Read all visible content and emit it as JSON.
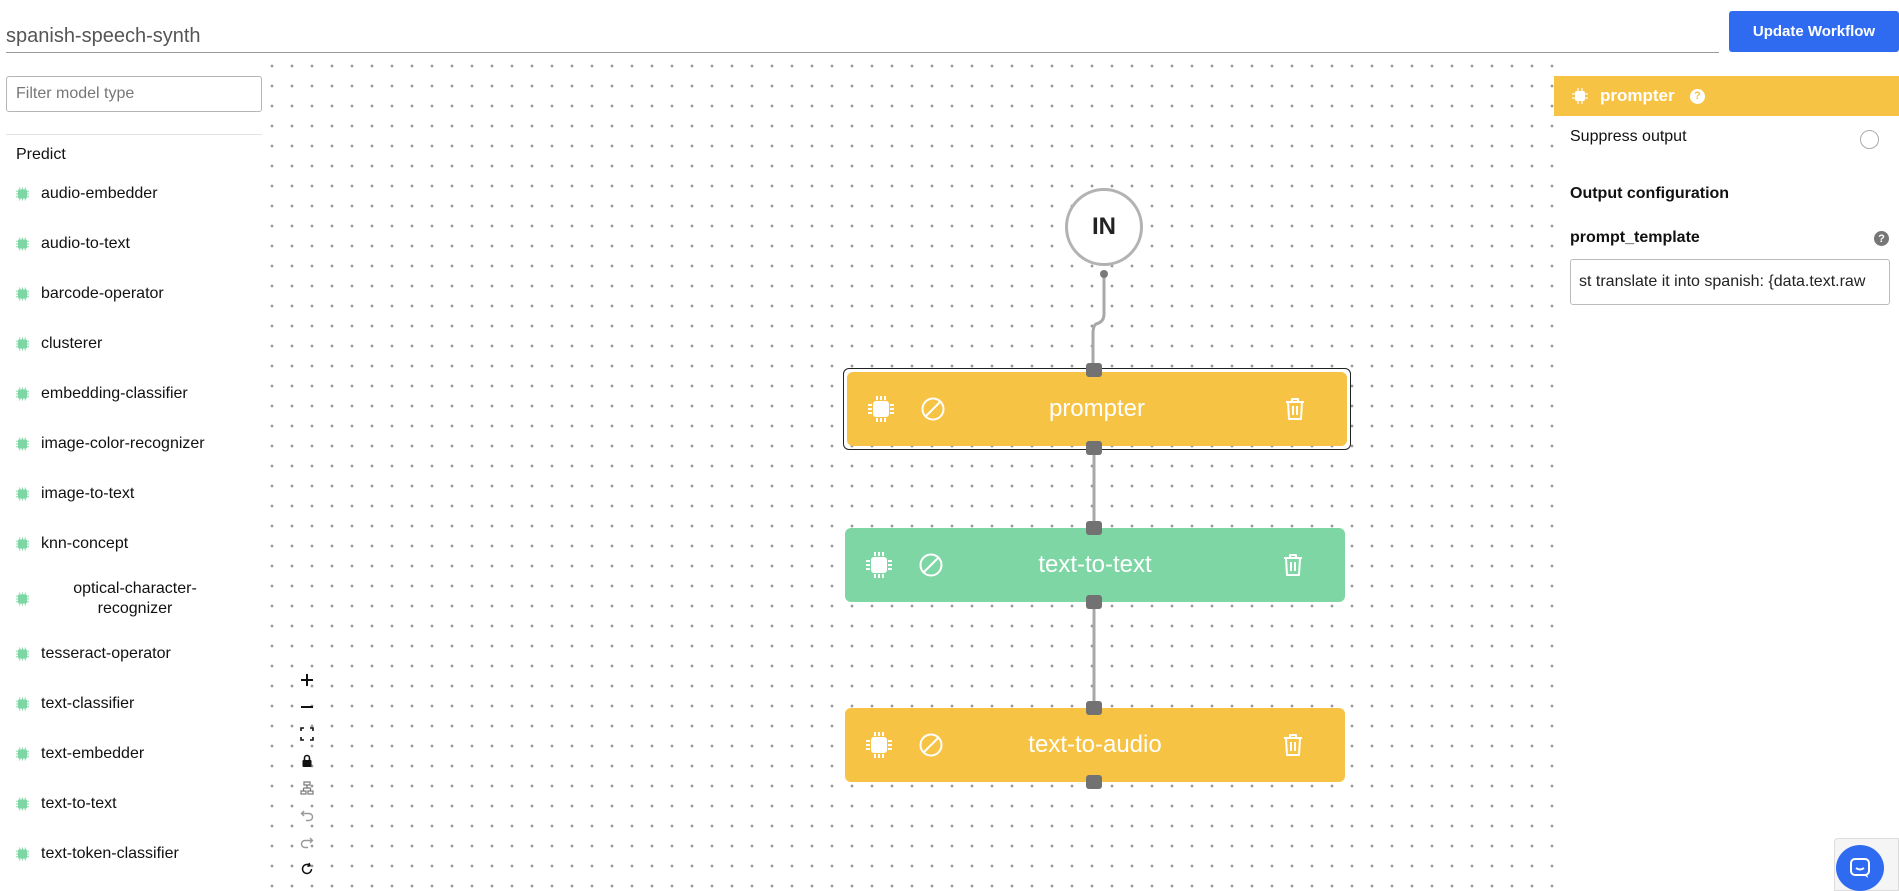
{
  "header": {
    "workflow_name": "spanish-speech-synth",
    "update_button": "Update Workflow"
  },
  "sidebar": {
    "filter_placeholder": "Filter model type",
    "section_title": "Predict",
    "items": [
      {
        "label": "audio-embedder"
      },
      {
        "label": "audio-to-text"
      },
      {
        "label": "barcode-operator"
      },
      {
        "label": "clusterer"
      },
      {
        "label": "embedding-classifier"
      },
      {
        "label": "image-color-recognizer"
      },
      {
        "label": "image-to-text"
      },
      {
        "label": "knn-concept"
      },
      {
        "label": "optical-character-recognizer"
      },
      {
        "label": "tesseract-operator"
      },
      {
        "label": "text-classifier"
      },
      {
        "label": "text-embedder"
      },
      {
        "label": "text-to-text"
      },
      {
        "label": "text-token-classifier"
      }
    ]
  },
  "canvas": {
    "input_node": "IN",
    "nodes": [
      {
        "title": "prompter",
        "color": "#f6c344",
        "selected": true
      },
      {
        "title": "text-to-text",
        "color": "#7ed6a5",
        "selected": false
      },
      {
        "title": "text-to-audio",
        "color": "#f6c344",
        "selected": false
      }
    ],
    "controls": [
      "plus-icon",
      "minus-icon",
      "fit-view-icon",
      "lock-icon",
      "layout-icon",
      "undo-icon",
      "redo-icon",
      "reset-icon"
    ]
  },
  "panel": {
    "title": "prompter",
    "help": "?",
    "suppress_label": "Suppress output",
    "suppress_checked": false,
    "output_config": "Output configuration",
    "field_label": "prompt_template",
    "field_help": "?",
    "field_value": "st translate it into spanish: {data.text.raw"
  },
  "colors": {
    "accent": "#2f6bf0",
    "yellow_node": "#f6c344",
    "green_node": "#7ed6a5",
    "model_chip": "#7ed6a5"
  }
}
